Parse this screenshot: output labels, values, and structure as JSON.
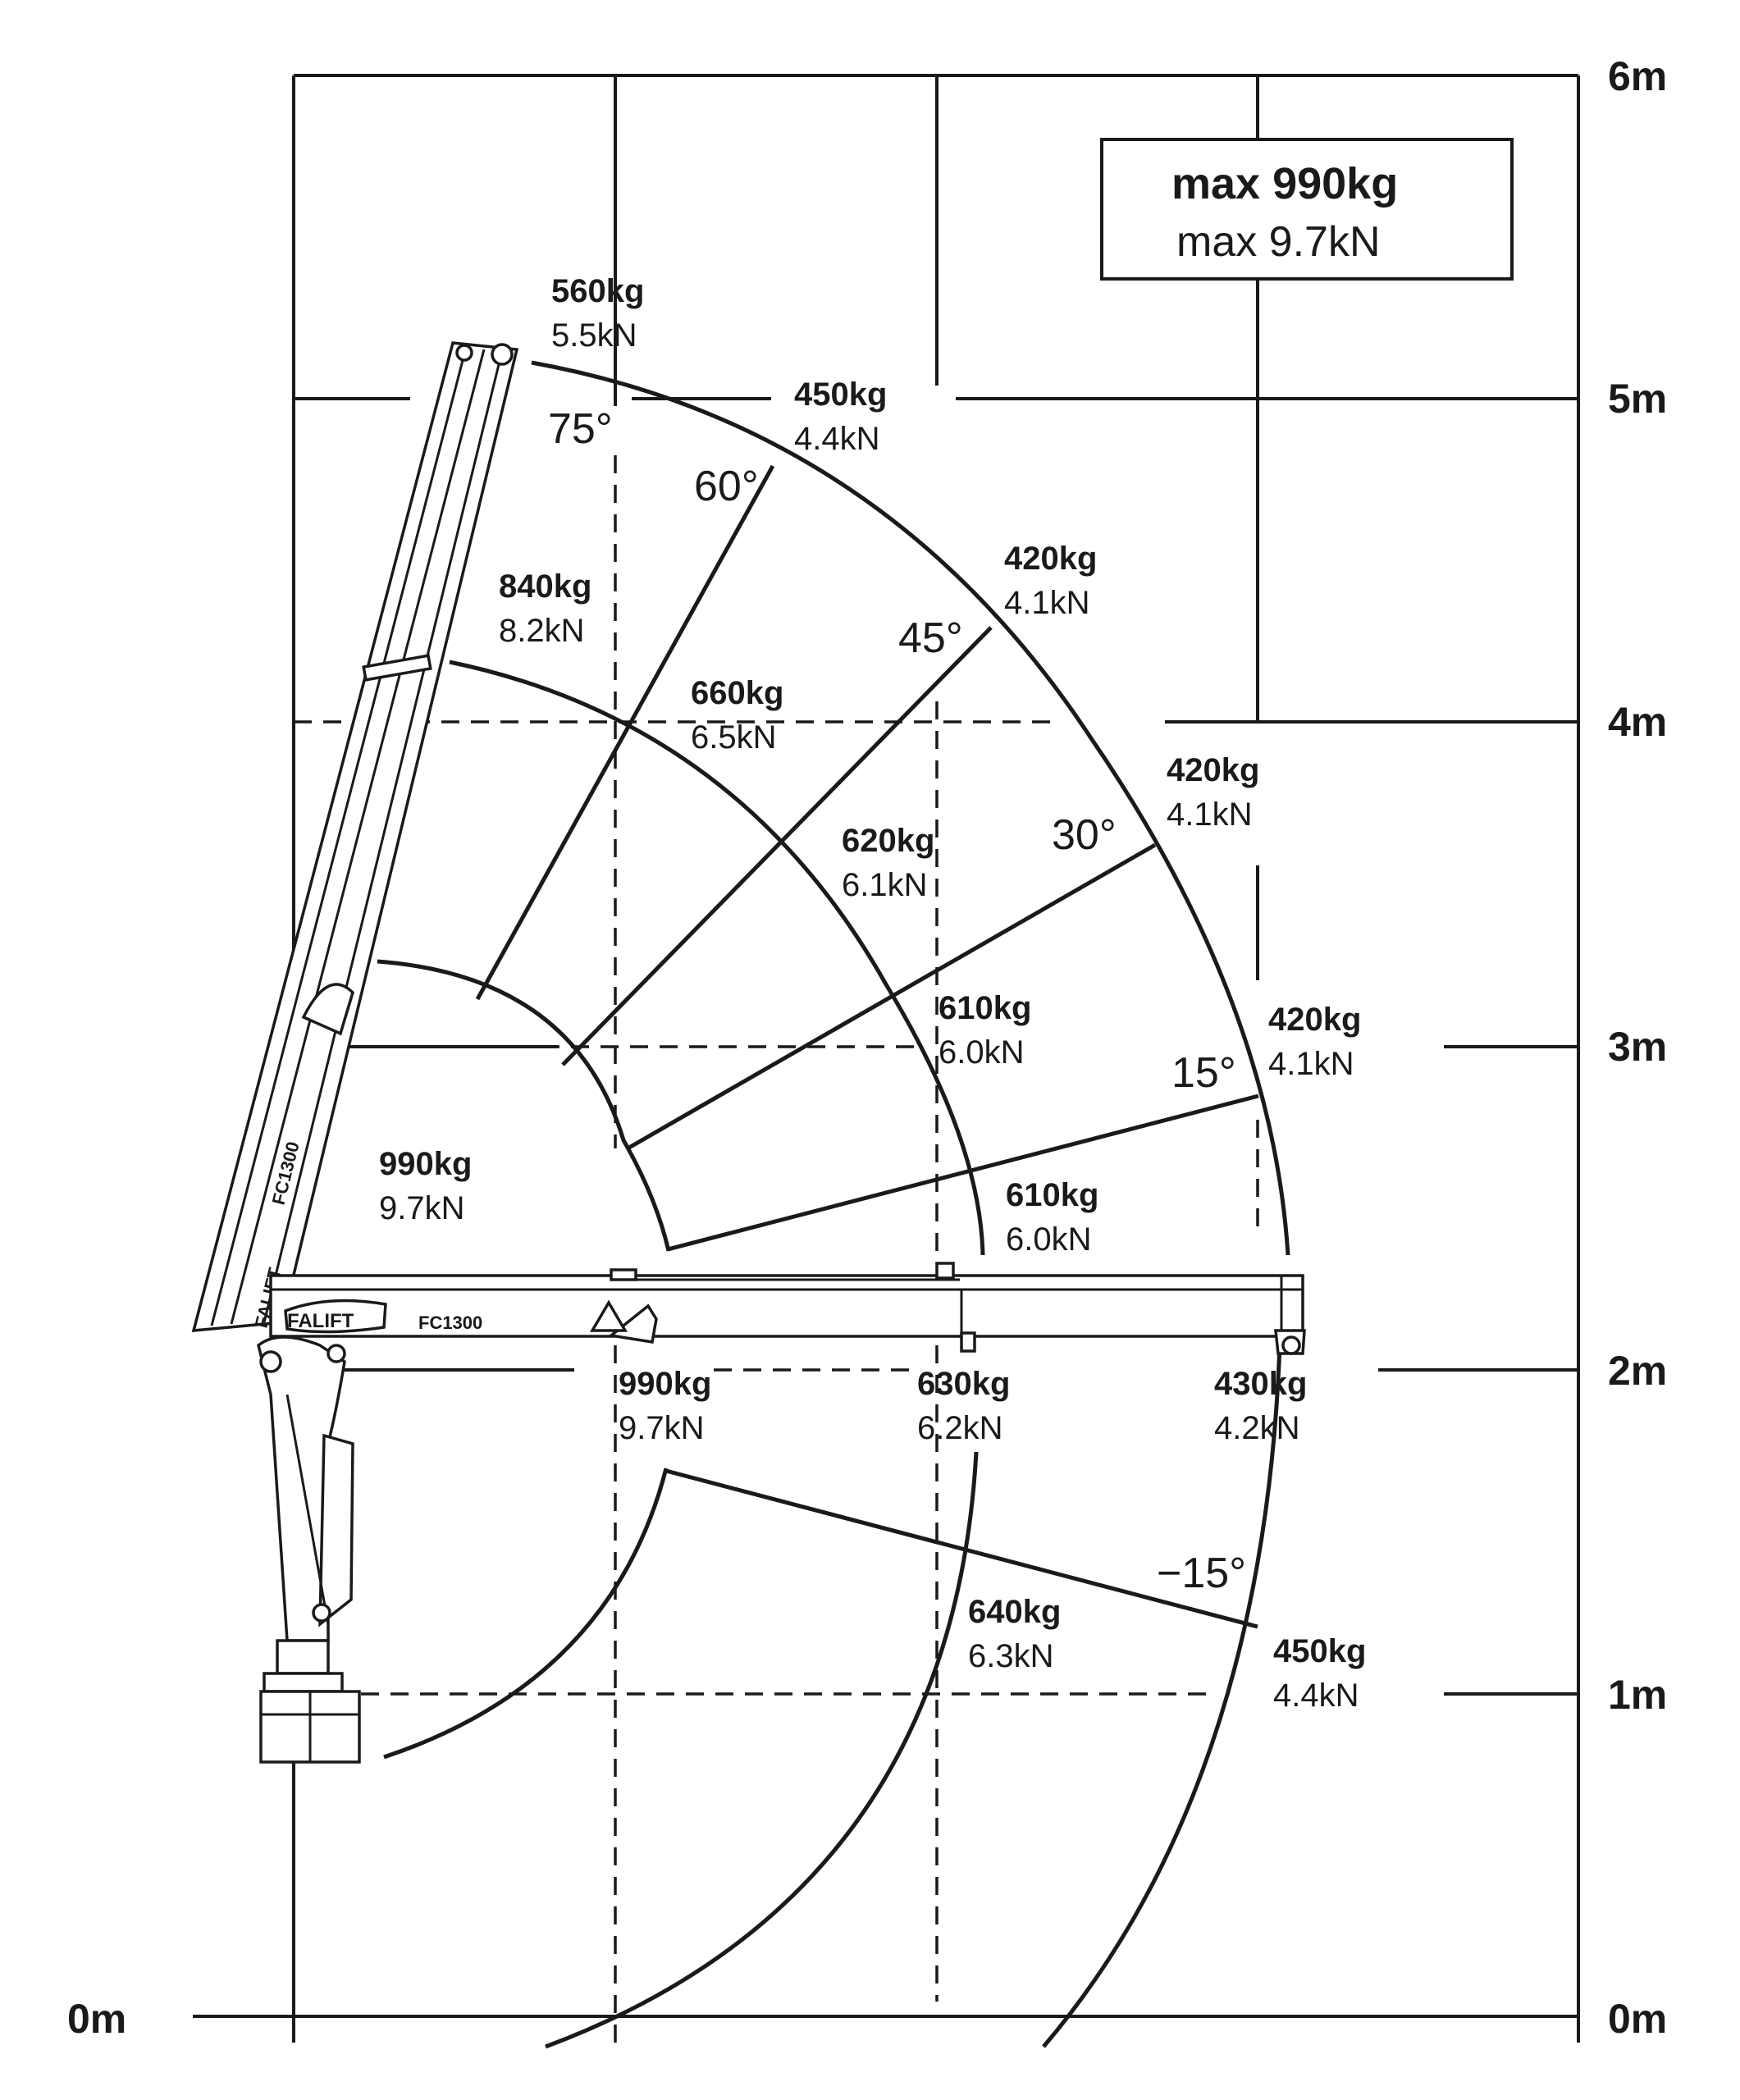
{
  "axis": {
    "right_labels": [
      "6m",
      "5m",
      "4m",
      "3m",
      "2m",
      "1m",
      "0m"
    ],
    "left_label": "0m"
  },
  "max_box": {
    "kg": "max 990kg",
    "kn": "max 9.7kN"
  },
  "angles": [
    "75°",
    "60°",
    "45°",
    "30°",
    "15°",
    "−15°"
  ],
  "loads": {
    "outer_75": {
      "kg": "560kg",
      "kn": "5.5kN"
    },
    "outer_60": {
      "kg": "450kg",
      "kn": "4.4kN"
    },
    "outer_45": {
      "kg": "420kg",
      "kn": "4.1kN"
    },
    "outer_30": {
      "kg": "420kg",
      "kn": "4.1kN"
    },
    "outer_15": {
      "kg": "420kg",
      "kn": "4.1kN"
    },
    "outer_0": {
      "kg": "430kg",
      "kn": "4.2kN"
    },
    "outer_m15": {
      "kg": "450kg",
      "kn": "4.4kN"
    },
    "mid_75": {
      "kg": "840kg",
      "kn": "8.2kN"
    },
    "mid_60": {
      "kg": "660kg",
      "kn": "6.5kN"
    },
    "mid_45": {
      "kg": "620kg",
      "kn": "6.1kN"
    },
    "mid_30": {
      "kg": "610kg",
      "kn": "6.0kN"
    },
    "mid_15": {
      "kg": "610kg",
      "kn": "6.0kN"
    },
    "mid_0": {
      "kg": "630kg",
      "kn": "6.2kN"
    },
    "mid_m15": {
      "kg": "640kg",
      "kn": "6.3kN"
    },
    "inner_up": {
      "kg": "990kg",
      "kn": "9.7kN"
    },
    "inner_down": {
      "kg": "990kg",
      "kn": "9.7kN"
    }
  },
  "crane": {
    "boom_text": "FC1300",
    "brand_text": "FALIFT"
  }
}
